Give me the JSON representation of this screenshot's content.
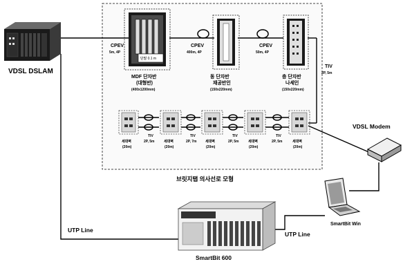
{
  "devices": {
    "dslam": "VDSL DSLAM",
    "modem": "VDSL Modem",
    "smartbit_win": "SmartBit Win",
    "smartbit": "SmartBit 600"
  },
  "cables": {
    "dslam_cpev": "CPEV",
    "dslam_cpev_spec": "5m, 4P",
    "mdf_cpev": "CPEV",
    "mdf_cpev_spec": "400m, 4P",
    "mid_cpev": "CPEV",
    "mid_cpev_spec": "50m, 4P",
    "tiv_right": "TIV",
    "tiv_right_spec": "2P, 5m",
    "utp_left": "UTP Line",
    "utp_right": "UTP Line"
  },
  "racks": {
    "mdf": {
      "title": "MDF 단자반",
      "subtitle": "(대형반)",
      "spec": "(400x1200mm)",
      "inner": "단말 0.1 m"
    },
    "mid": {
      "title": "동 단자반",
      "subtitle": "재공반인",
      "spec": "(150x220mm)"
    },
    "right": {
      "title": "층 단자반",
      "subtitle": "나세인",
      "spec": "(150x220mm)"
    }
  },
  "outlets": {
    "labels": [
      "세대벽",
      "세대벽",
      "세대벽",
      "세대벽",
      "세대벽"
    ],
    "sublabels": [
      "(20m)",
      "(20m)",
      "(20m)",
      "(20m)",
      "(20m)"
    ],
    "tiv": [
      "TIV",
      "TIV",
      "TIV",
      "TIV"
    ],
    "tiv_spec": [
      "2P, 5m",
      "2P, 7m",
      "2P, 5m",
      "2P, 5m"
    ]
  },
  "caption": "브릿지탭 의사선로 모형",
  "colors": {
    "line": "#000000",
    "box_border": "#333333",
    "panel_fill": "#e8e8e8",
    "device_dark": "#1a1a1a"
  }
}
